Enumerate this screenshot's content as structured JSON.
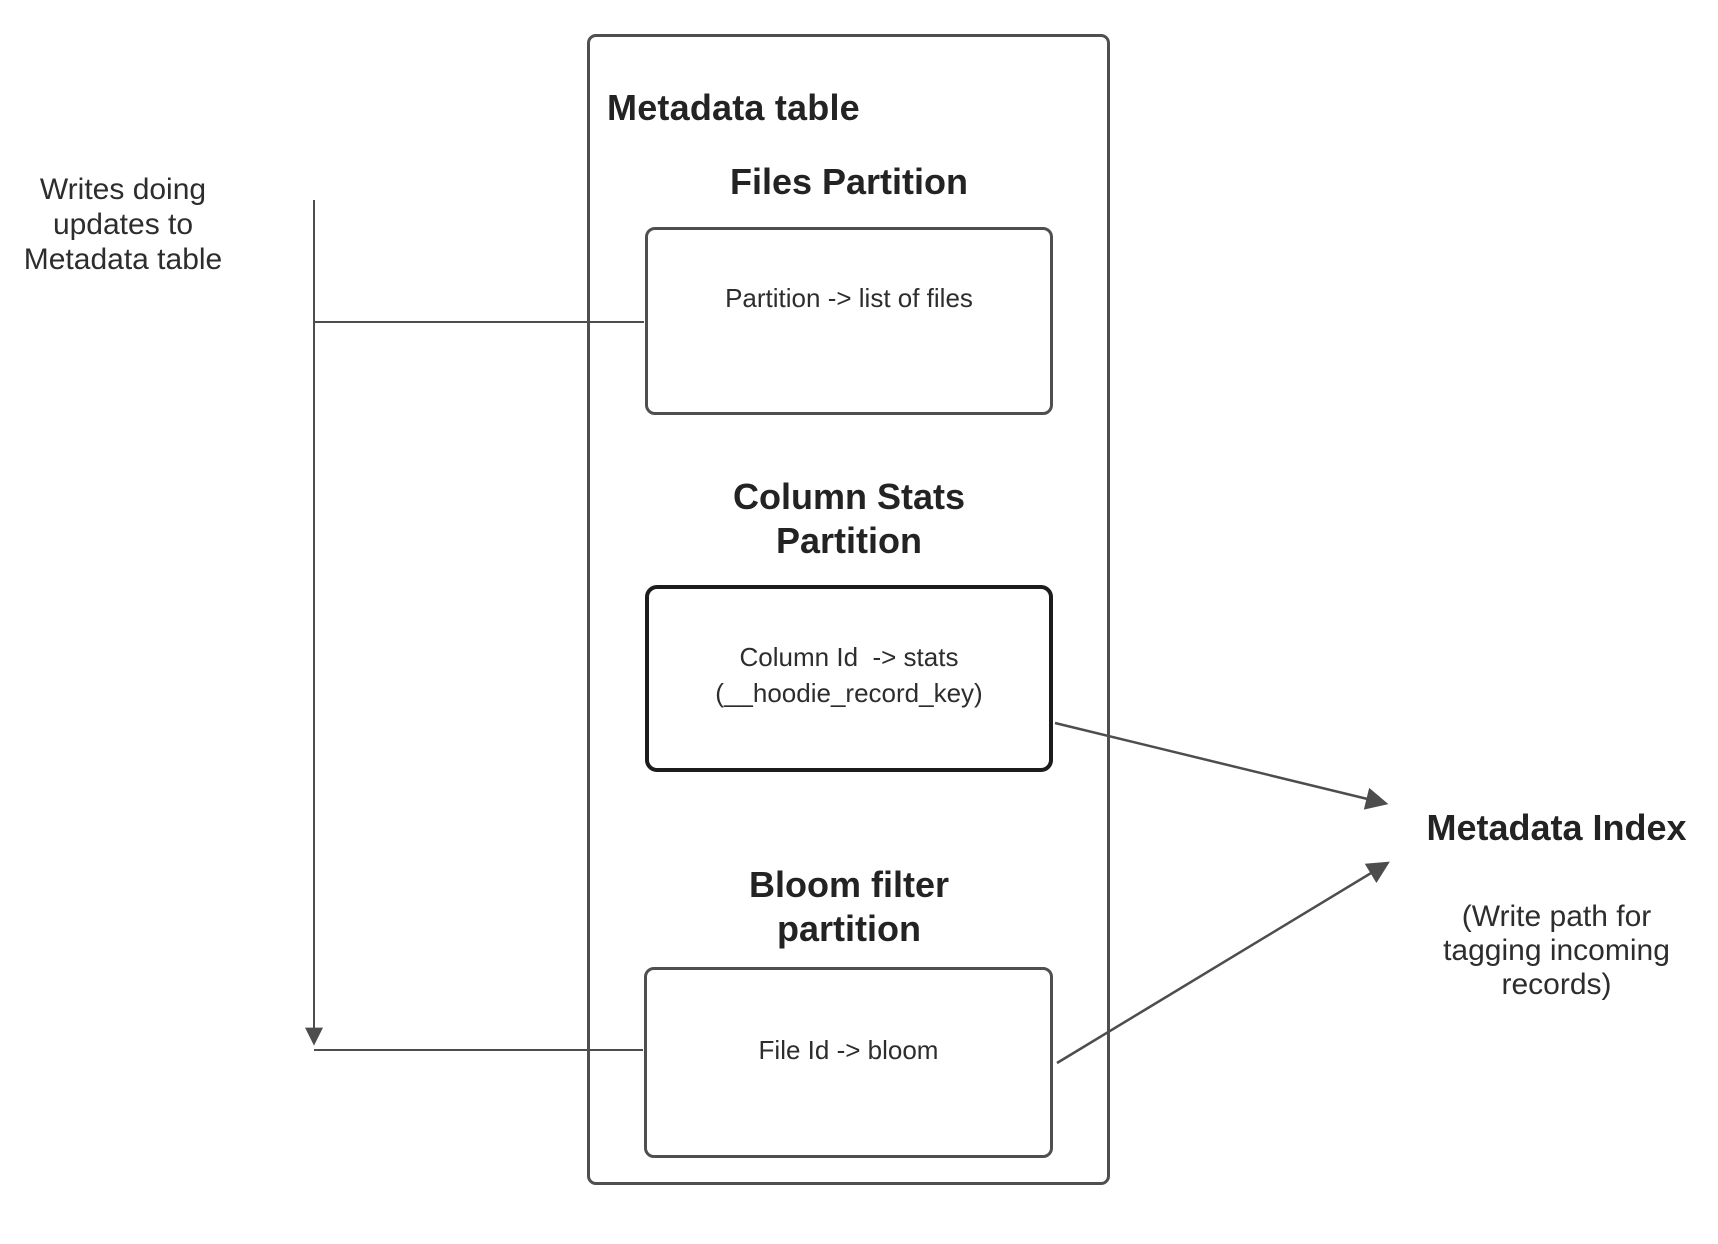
{
  "colors": {
    "canvas_background": "#ffffff",
    "connector_stroke": "#4d4d4d",
    "box_border": "#4f4f4f",
    "stats_box_border": "#1c1c1c",
    "heading_text": "#232323",
    "body_text": "#2d2d2d"
  },
  "writes_annotation": {
    "label": "Writes doing\nupdates to\nMetadata table"
  },
  "metadata_table": {
    "title": "Metadata table",
    "files_partition": {
      "heading": "Files Partition",
      "mapping": "Partition -> list of files"
    },
    "column_stats_partition": {
      "heading": "Column Stats\nPartition",
      "mapping": "Column Id  -> stats\n(__hoodie_record_key)"
    },
    "bloom_filter_partition": {
      "heading": "Bloom filter\npartition",
      "mapping": "File Id -> bloom"
    }
  },
  "metadata_index": {
    "title": "Metadata Index",
    "subtitle": "(Write path for\ntagging incoming\nrecords)"
  }
}
